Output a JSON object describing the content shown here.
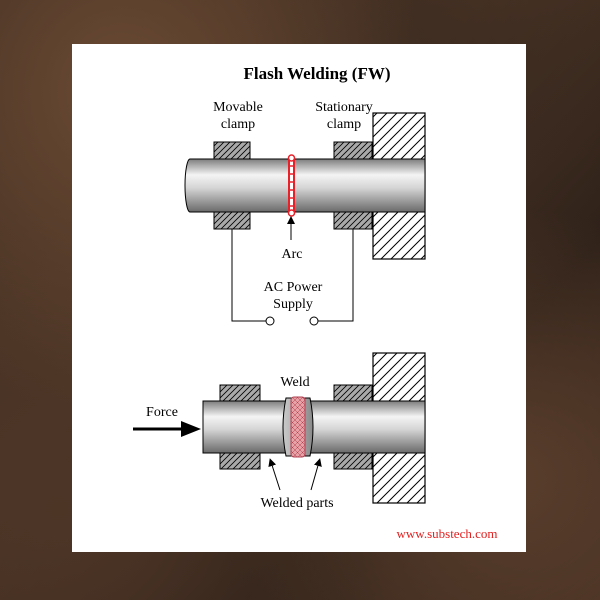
{
  "title": "Flash Welding (FW)",
  "labels": {
    "movable_clamp_line1": "Movable",
    "movable_clamp_line2": "clamp",
    "stationary_clamp_line1": "Stationary",
    "stationary_clamp_line2": "clamp",
    "arc": "Arc",
    "power_line1": "AC Power",
    "power_line2": "Supply",
    "weld": "Weld",
    "force": "Force",
    "welded_parts": "Welded parts"
  },
  "website": "www.substech.com",
  "colors": {
    "panel_bg": "#ffffff",
    "arc": "#e8202a",
    "weld_fill": "#e7a2a8",
    "website": "#e02020",
    "clamp_fill": "#a9a9a9"
  }
}
